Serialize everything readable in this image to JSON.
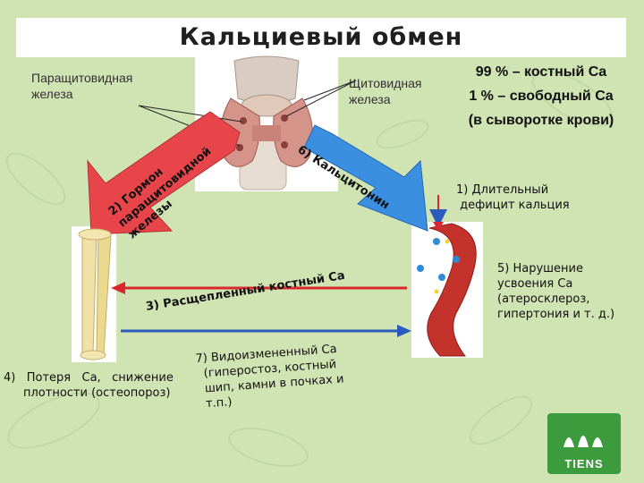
{
  "title": "Кальциевый обмен",
  "labels": {
    "parathyroid": [
      "Паращитовидная",
      "железа"
    ],
    "thyroid": [
      "Щитовидная",
      "железа"
    ]
  },
  "stats": [
    "99 % – костный Ca",
    "1 % – свободный Ca",
    "(в сыворотке крови)"
  ],
  "steps": {
    "s1": [
      "1) Длительный",
      " дефицит кальция"
    ],
    "s2": [
      "2) Гормон",
      "паращитовидной",
      "железы"
    ],
    "s3": "3) Расщепленный костный Ca",
    "s4": [
      "4)   Потеря   Ca,   снижение",
      "плотности (остеопороз)"
    ],
    "s5": [
      "5) Нарушение",
      "усвоения Ca",
      "(атеросклероз,",
      "гипертония и т. д.)"
    ],
    "s6": "6) Кальцитонин",
    "s7": [
      "7) Видоизмененный Ca",
      "(гиперостоз, костный",
      "шип, камни в почках и",
      "т.п.)"
    ]
  },
  "logo": "TIENS",
  "colors": {
    "red_arrow": "#e8454a",
    "blue_arrow": "#3b8fe0",
    "red_line": "#d9282e",
    "blue_line": "#2a5bbd",
    "background": "#cfe3b3"
  },
  "icons": [
    "thyroid-illustration",
    "bone-illustration",
    "blood-vessel-illustration",
    "tiens-logo-icon"
  ]
}
